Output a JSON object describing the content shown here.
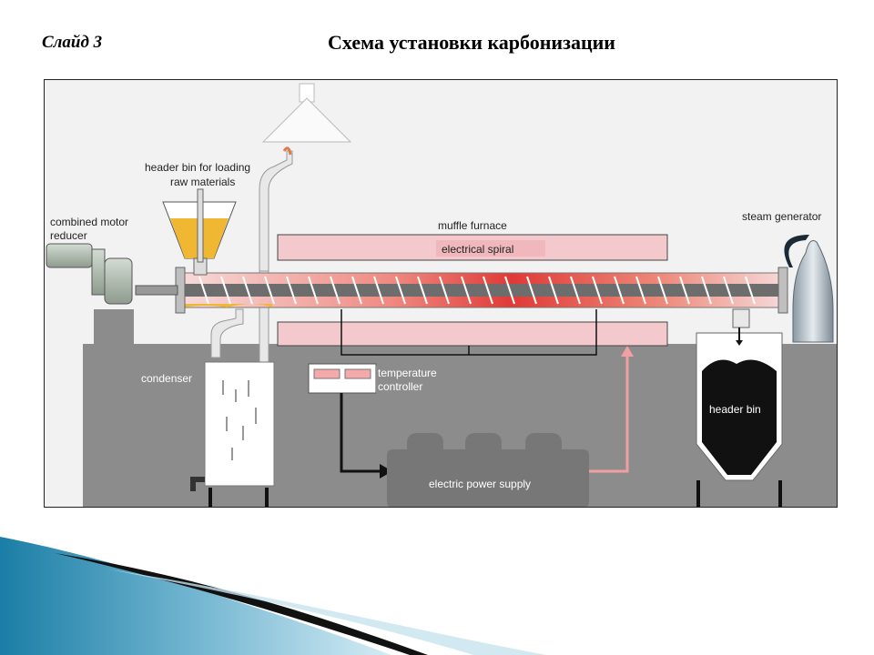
{
  "slide": {
    "number": "Слайд 3",
    "title": "Схема установки карбонизации"
  },
  "diagram": {
    "labels": {
      "header_bin_loading_line1": "header bin for loading",
      "header_bin_loading_line2": "raw materials",
      "combined_motor_line1": "combined motor",
      "combined_motor_line2": "reducer",
      "muffle_furnace": "muffle furnace",
      "electrical_spiral": "electrical spiral",
      "steam_generator": "steam generator",
      "condenser": "condenser",
      "temperature_controller_line1": "temperature",
      "temperature_controller_line2": "controller",
      "header_bin": "header bin",
      "electric_power_supply": "electric power supply"
    },
    "colors": {
      "furnace_lining": "#f4c9cd",
      "hot_core": "#e04040",
      "feed_material": "#f0b732",
      "floor": "#8c8c8c",
      "power_line": "#f0a0a0"
    }
  }
}
